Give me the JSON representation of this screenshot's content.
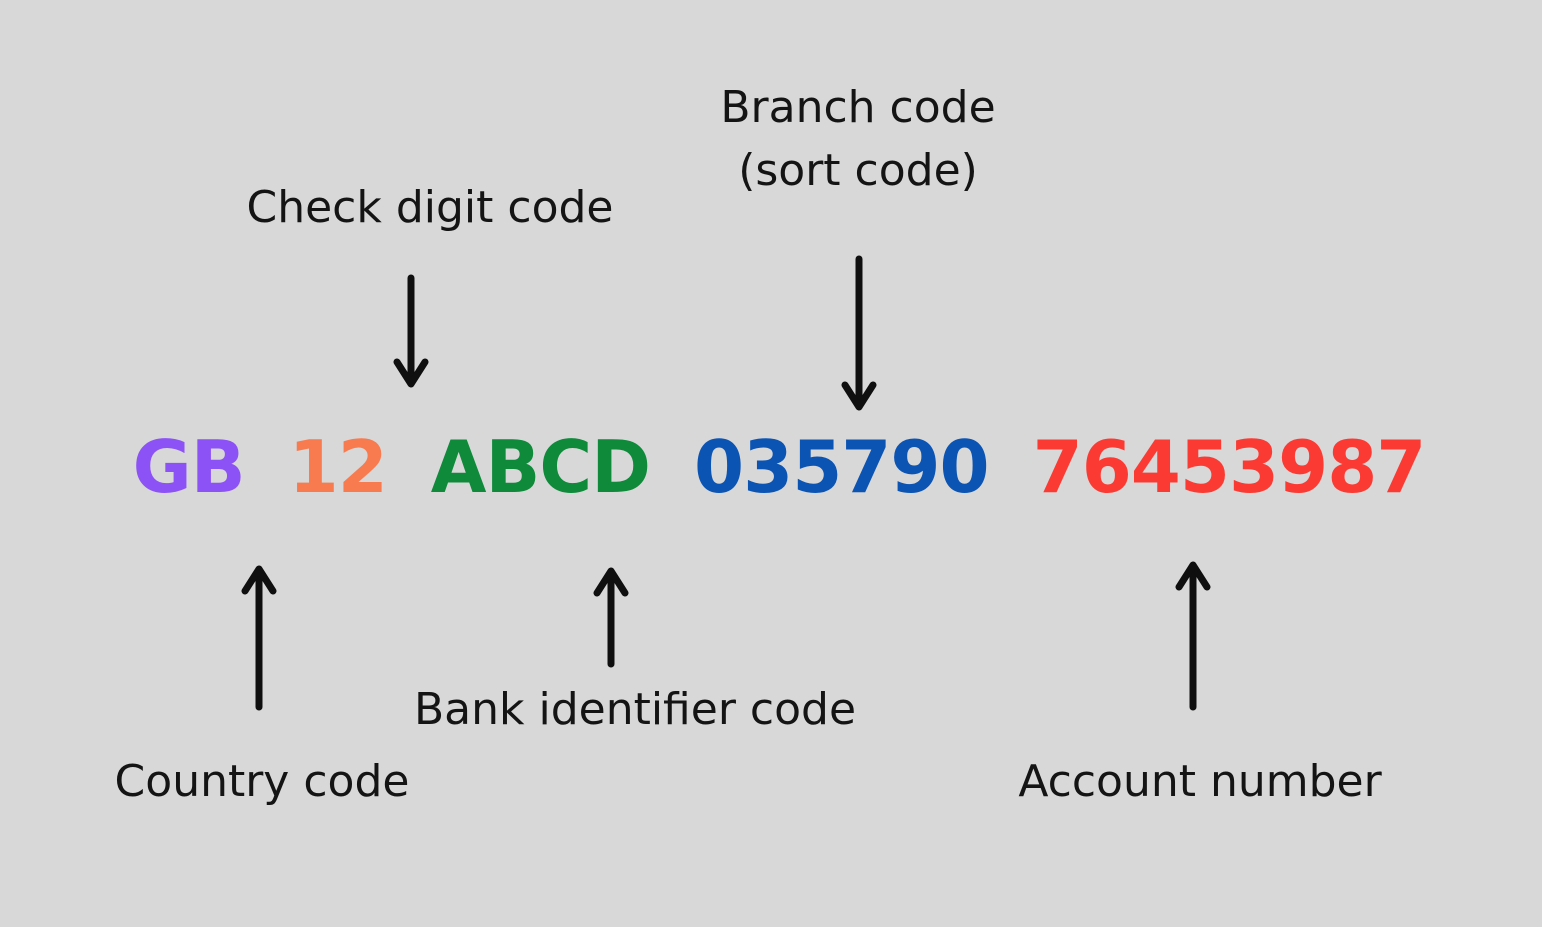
{
  "canvas": {
    "background_color": "#d8d8d8",
    "label_text_color": "#141414",
    "arrow_color": "#0f0f0f"
  },
  "iban": {
    "segments": [
      {
        "text": "GB",
        "color": "#8c52f5"
      },
      {
        "text": "12",
        "color": "#f87b4f"
      },
      {
        "text": "ABCD",
        "color": "#0e8a3a"
      },
      {
        "text": "035790",
        "color": "#0b54b4"
      },
      {
        "text": "76453987",
        "color": "#fb3b33"
      }
    ]
  },
  "labels": {
    "branch_code_line1": "Branch code",
    "branch_code_line2": "(sort code)",
    "check_digit": "Check digit code",
    "bank_identifier": "Bank identifier code",
    "country_code": "Country code",
    "account_number": "Account number"
  }
}
